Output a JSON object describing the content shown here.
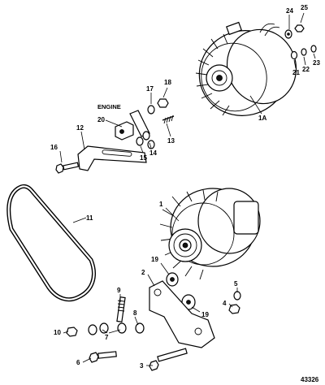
{
  "diagram": {
    "labels": {
      "l1": "1",
      "l1A": "1A",
      "l2": "2",
      "l3": "3",
      "l4": "4",
      "l5": "5",
      "l6": "6",
      "l7": "7",
      "l8": "8",
      "l9": "9",
      "l10": "10",
      "l11": "11",
      "l12": "12",
      "l13": "13",
      "l14": "14",
      "l15": "15",
      "l16": "16",
      "l17": "17",
      "l18": "18",
      "l19a": "19",
      "l19b": "19",
      "l20": "20",
      "l21": "21",
      "l22": "22",
      "l23": "23",
      "l24": "24",
      "l25": "25",
      "engine": "ENGINE"
    },
    "figure_number": "43326"
  }
}
